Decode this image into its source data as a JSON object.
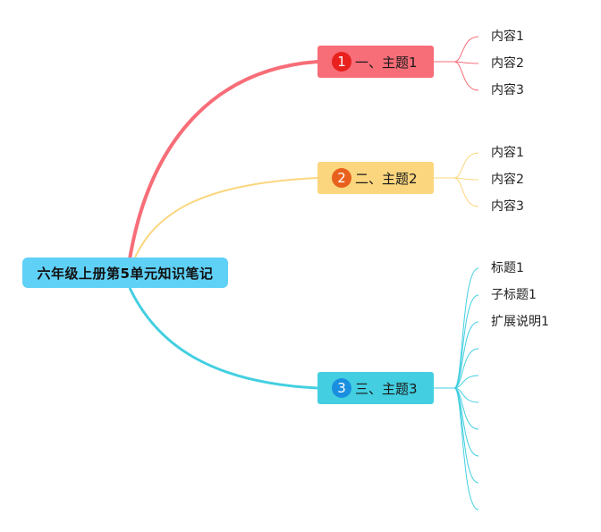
{
  "root": {
    "label": "六年级上册第5单元知识笔记"
  },
  "topics": [
    {
      "number": "1",
      "label": "一、主题1",
      "color": "#f76d78",
      "badge_color": "#e8201e",
      "children": [
        "内容1",
        "内容2",
        "内容3"
      ]
    },
    {
      "number": "2",
      "label": "二、主题2",
      "color": "#fbd67e",
      "badge_color": "#e8611c",
      "children": [
        "内容1",
        "内容2",
        "内容3"
      ]
    },
    {
      "number": "3",
      "label": "三、主题3",
      "color": "#43cfe1",
      "badge_color": "#1a8fe0",
      "children": [
        "标题1",
        "子标题1",
        "扩展说明1",
        "",
        "",
        "",
        "",
        "",
        "",
        ""
      ]
    }
  ]
}
